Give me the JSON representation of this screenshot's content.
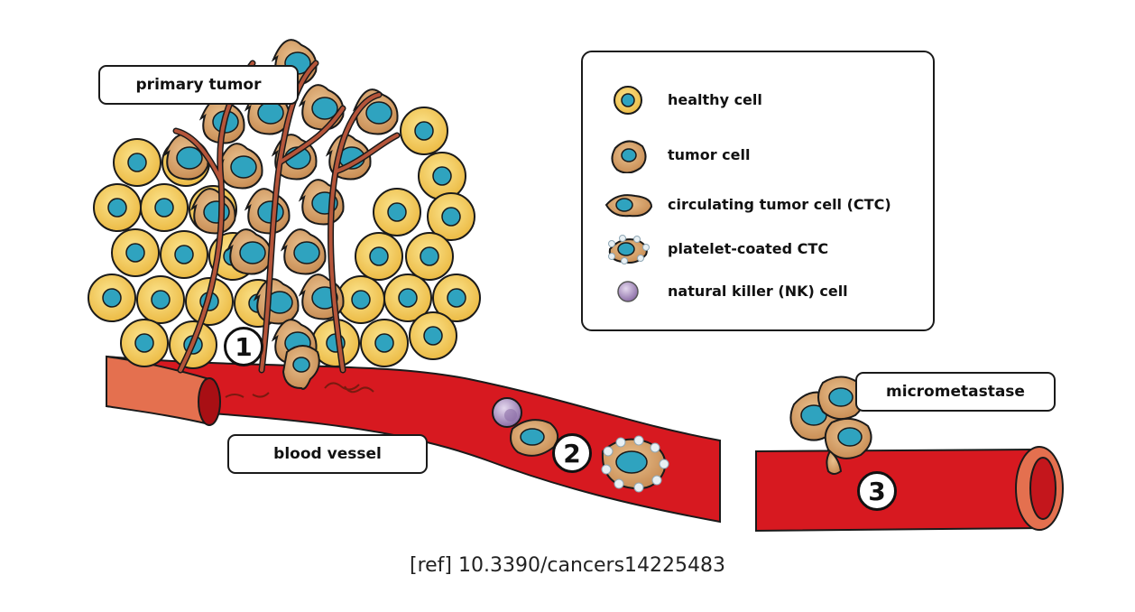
{
  "labels": {
    "primary_tumor": "primary tumor",
    "blood_vessel": "blood vessel",
    "micrometastase": "micrometastase"
  },
  "steps": [
    "1",
    "2",
    "3"
  ],
  "legend": [
    {
      "icon": "healthy-cell-icon",
      "label": "healthy cell"
    },
    {
      "icon": "tumor-cell-icon",
      "label": "tumor cell"
    },
    {
      "icon": "ctc-icon",
      "label": "circulating tumor cell (CTC)"
    },
    {
      "icon": "platelet-ctc-icon",
      "label": "platelet-coated CTC"
    },
    {
      "icon": "nk-cell-icon",
      "label": "natural killer (NK) cell"
    }
  ],
  "reference": "[ref] 10.3390/cancers14225483",
  "colors": {
    "healthy_cell": "#f5cf62",
    "nucleus": "#2fa3bf",
    "tumor_cell": "#d9a56b",
    "vessel_red": "#d71920",
    "vessel_light": "#e4704f",
    "capillary": "#b5553a",
    "nk_cell": "#b19bc4"
  }
}
